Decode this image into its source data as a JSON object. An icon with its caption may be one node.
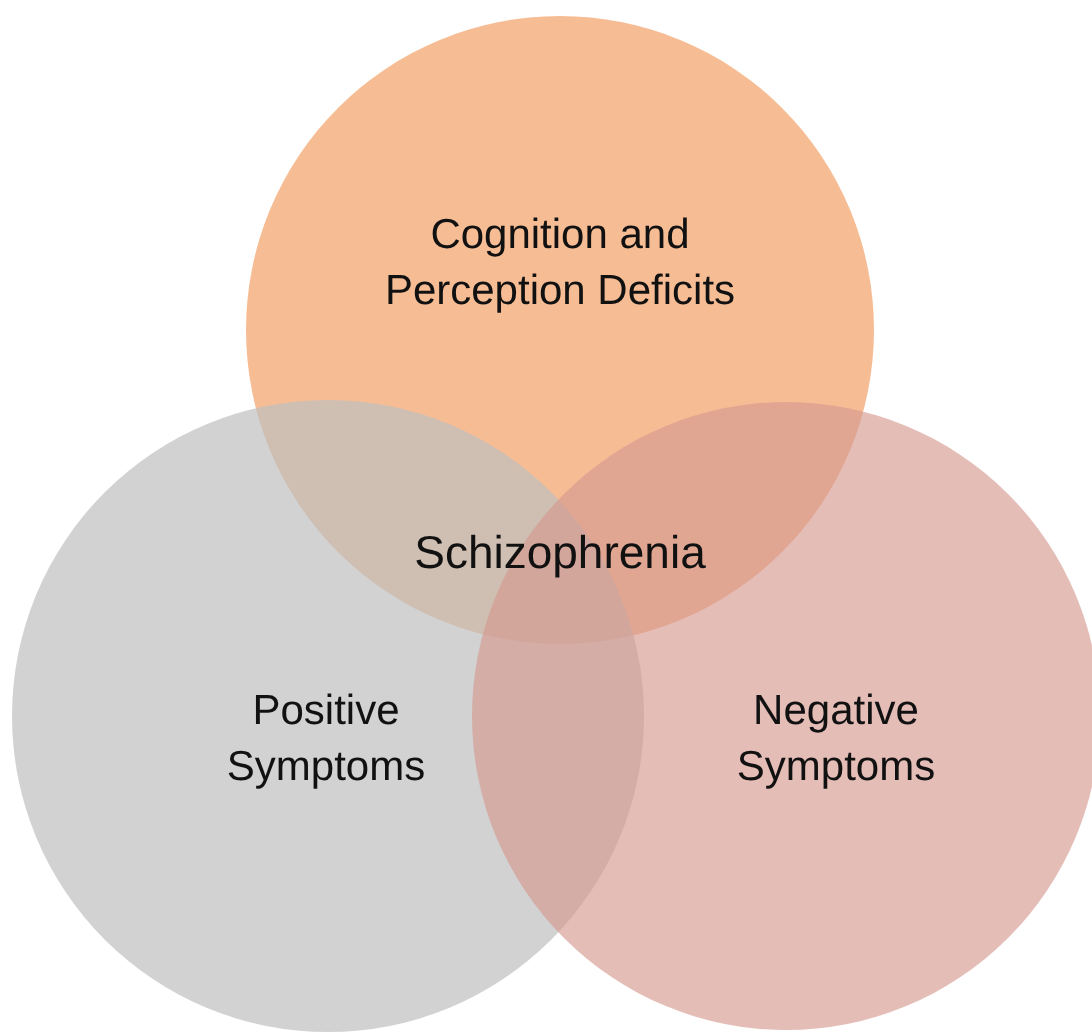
{
  "diagram": {
    "nodes": [
      {
        "text": [
          "Cognition and Perception Deficits"
        ]
      },
      {
        "text": [
          "Positive Symptoms"
        ]
      },
      {
        "text": [
          "Negative Symptoms"
        ]
      }
    ],
    "labels": [
      "Schizophrenia"
    ]
  }
}
